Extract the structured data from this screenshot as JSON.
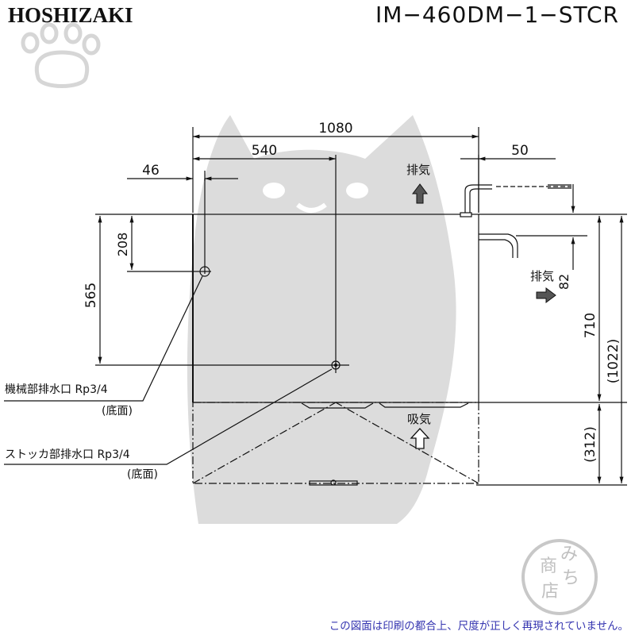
{
  "header": {
    "brand": "HOSHIZAKI",
    "model": "IM−460DM−1−STCR"
  },
  "dimensions": {
    "overall_width": "1080",
    "half_width": "540",
    "left_offset": "46",
    "right_offset": "50",
    "drain_machine_depth": "208",
    "drain_stocker_depth": "565",
    "exhaust_height": "82",
    "body_height": "710",
    "total_height": "(1022)",
    "stand_height": "(312)"
  },
  "labels": {
    "exhaust_top": "排気",
    "exhaust_side": "排気",
    "intake": "吸気",
    "machine_drain": "機械部排水口 Rp3/4",
    "machine_drain_note": "(底面)",
    "stocker_drain": "ストッカ部排水口 Rp3/4",
    "stocker_drain_note": "(底面)"
  },
  "footer": {
    "notice": "この図面は印刷の都合上、尺度が正しく再現されていません。"
  },
  "colors": {
    "line": "#111111",
    "watermark": "#d9d9d9",
    "footer_text": "#3535b0"
  }
}
